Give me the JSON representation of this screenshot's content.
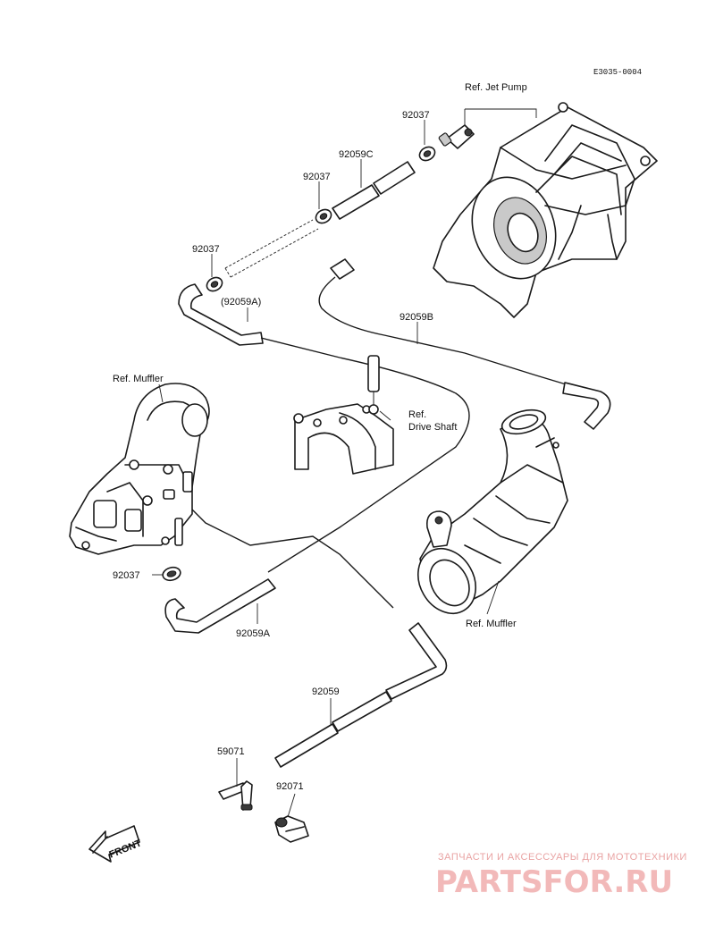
{
  "diagram_code": "E3035-0004",
  "labels": {
    "ref_jet_pump": "Ref. Jet Pump",
    "ref_muffler_left": "Ref. Muffler",
    "ref_muffler_right": "Ref. Muffler",
    "ref_drive_shaft_1": "Ref.",
    "ref_drive_shaft_2": "Drive Shaft",
    "p92037_top": "92037",
    "p92059c": "92059C",
    "p92037_mid": "92037",
    "p92037_left": "92037",
    "p92059a_paren": "(92059A)",
    "p92059b": "92059B",
    "p92037_bottom": "92037",
    "p92059a": "92059A",
    "p92059": "92059",
    "p59071": "59071",
    "p92071": "92071"
  },
  "front_arrow": "FRONT",
  "watermark": {
    "tagline": "ЗАПЧАСТИ И АКСЕССУАРЫ ДЛЯ МОТОТЕХНИКИ",
    "logo": "PARTSFOR.RU"
  }
}
